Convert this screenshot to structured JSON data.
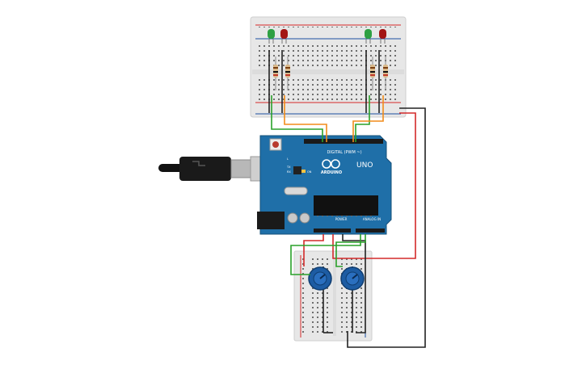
{
  "board": {
    "brand": "UNO",
    "digital_label": "DIGITAL (PWM ~)",
    "power_label": "POWER",
    "analog_label": "ANALOG IN",
    "led_labels": [
      "TX",
      "RX",
      "L",
      "ON"
    ],
    "logo_text": "ARDUINO"
  },
  "colors": {
    "board": "#1f6fa8",
    "breadboard": "#e7e7e7",
    "wire_green": "#2aa12a",
    "wire_orange": "#f28c1a",
    "wire_red": "#d42a2a",
    "wire_black": "#222222",
    "led_green": "#2ea043",
    "led_red": "#a31515",
    "pot": "#1d5ca3"
  }
}
